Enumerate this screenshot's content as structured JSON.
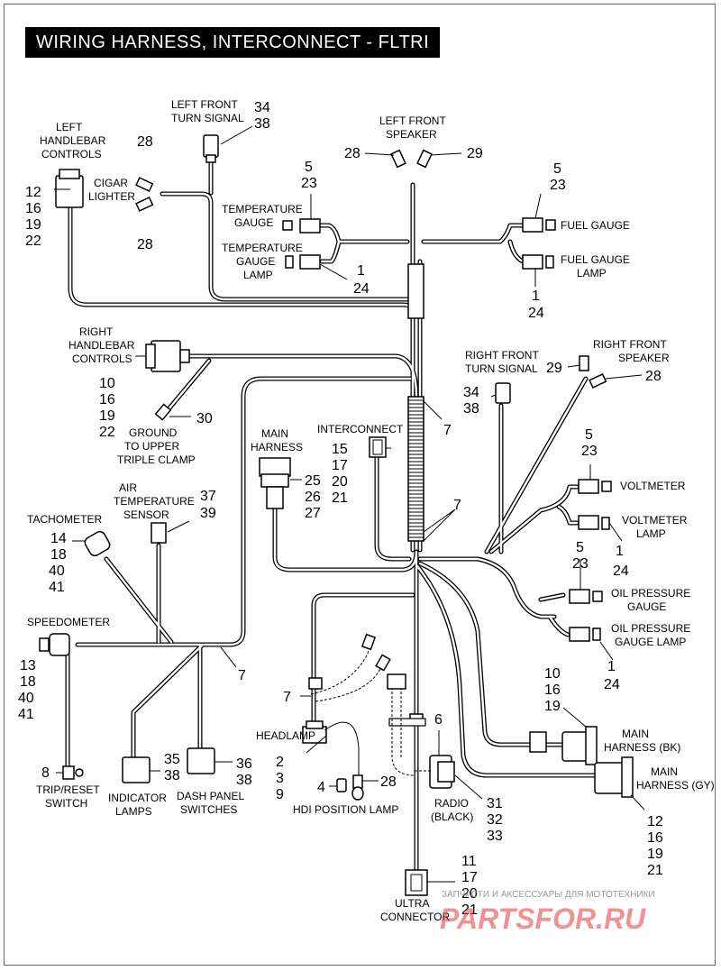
{
  "title": "WIRING HARNESS, INTERCONNECT - FLTRI",
  "labels": {
    "left_handlebar_controls": [
      "LEFT",
      "HANDLEBAR",
      "CONTROLS"
    ],
    "left_handlebar_nums": [
      "12",
      "16",
      "19",
      "22"
    ],
    "cigar_lighter": [
      "CIGAR",
      "LIGHTER"
    ],
    "cigar_nums": [
      "28",
      "28"
    ],
    "left_front_turn_signal": [
      "LEFT FRONT",
      "TURN SIGNAL"
    ],
    "left_front_turn_nums": [
      "34",
      "38"
    ],
    "left_front_speaker": [
      "LEFT FRONT",
      "SPEAKER"
    ],
    "left_front_speaker_nums": [
      "28",
      "29"
    ],
    "temp_gauge": [
      "TEMPERATURE",
      "GAUGE"
    ],
    "temp_gauge_nums": [
      "5",
      "23"
    ],
    "temp_gauge_lamp": [
      "TEMPERATURE",
      "GAUGE",
      "LAMP"
    ],
    "temp_gauge_lamp_nums": [
      "1",
      "24"
    ],
    "fuel_gauge": "FUEL GAUGE",
    "fuel_gauge_nums": [
      "5",
      "23"
    ],
    "fuel_gauge_lamp": [
      "FUEL GAUGE",
      "LAMP"
    ],
    "fuel_gauge_lamp_nums": [
      "1",
      "24"
    ],
    "right_handlebar_controls": [
      "RIGHT",
      "HANDLEBAR",
      "CONTROLS"
    ],
    "right_handlebar_nums": [
      "10",
      "16",
      "19",
      "22"
    ],
    "ground": [
      "GROUND",
      "TO UPPER",
      "TRIPLE CLAMP"
    ],
    "ground_num": "30",
    "right_front_turn_signal": [
      "RIGHT FRONT",
      "TURN SIGNAL"
    ],
    "right_front_turn_nums": [
      "34",
      "38"
    ],
    "right_front_speaker": [
      "RIGHT FRONT",
      "SPEAKER"
    ],
    "right_front_speaker_nums": [
      "29",
      "28"
    ],
    "main_harness": [
      "MAIN",
      "HARNESS"
    ],
    "main_harness_nums": [
      "25",
      "26",
      "27"
    ],
    "interconnect": "INTERCONNECT",
    "interconnect_nums": [
      "15",
      "17",
      "20",
      "21"
    ],
    "callout_7": "7",
    "voltmeter": "VOLTMETER",
    "voltmeter_nums": [
      "5",
      "23"
    ],
    "voltmeter_lamp": [
      "VOLTMETER",
      "LAMP"
    ],
    "voltmeter_lamp_nums": [
      "1",
      "24"
    ],
    "air_temp_sensor": [
      "AIR",
      "TEMPERATURE",
      "SENSOR"
    ],
    "air_temp_nums": [
      "37",
      "39"
    ],
    "tachometer": "TACHOMETER",
    "tachometer_nums": [
      "14",
      "18",
      "40",
      "41"
    ],
    "oil_pressure_gauge": [
      "OIL PRESSURE",
      "GAUGE"
    ],
    "oil_pressure_gauge_nums": [
      "5",
      "23"
    ],
    "oil_pressure_lamp": [
      "OIL PRESSURE",
      "GAUGE LAMP"
    ],
    "oil_pressure_lamp_nums": [
      "1",
      "24"
    ],
    "speedometer": "SPEEDOMETER",
    "speedometer_nums": [
      "13",
      "18",
      "40",
      "41"
    ],
    "main_harness_bk": [
      "MAIN",
      "HARNESS (BK)"
    ],
    "main_harness_bk_nums": [
      "10",
      "16",
      "19"
    ],
    "main_harness_gy": [
      "MAIN",
      "HARNESS (GY)"
    ],
    "main_harness_gy_nums": [
      "12",
      "16",
      "19",
      "21"
    ],
    "headlamp": "HEADLAMP",
    "headlamp_nums": [
      "2",
      "3",
      "9"
    ],
    "hdi_position_lamp": "HDI POSITION LAMP",
    "hdi_nums": [
      "4",
      "28"
    ],
    "callout_6": "6",
    "radio": [
      "RADIO",
      "(BLACK)"
    ],
    "radio_nums": [
      "31",
      "32",
      "33"
    ],
    "trip_reset_switch": [
      "TRIP/RESET",
      "SWITCH"
    ],
    "trip_num": "8",
    "indicator_lamps": [
      "INDICATOR",
      "LAMPS"
    ],
    "indicator_nums": [
      "35",
      "38"
    ],
    "dash_panel_switches": [
      "DASH PANEL",
      "SWITCHES"
    ],
    "dash_nums": [
      "36",
      "38"
    ],
    "ultra_connector": [
      "ULTRA",
      "CONNECTOR"
    ],
    "ultra_nums": [
      "11",
      "17",
      "20",
      "21"
    ]
  },
  "watermark": {
    "line1": "ЗАПЧАСТИ И АКСЕССУАРЫ ДЛЯ МОТОТЕХНИКИ",
    "line2": "PARTSFOR.RU"
  }
}
